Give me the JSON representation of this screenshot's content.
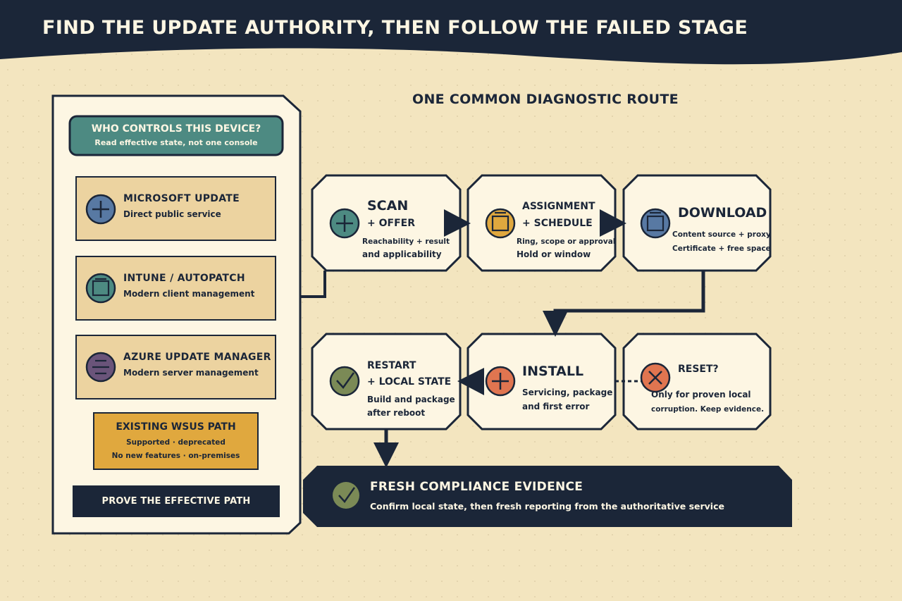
{
  "header": {
    "title": "FIND THE UPDATE AUTHORITY, THEN FOLLOW THE FAILED STAGE"
  },
  "authority_panel": {
    "heading": {
      "title": "WHO CONTROLS THIS DEVICE?",
      "subtitle": "Read effective state, not one console"
    },
    "authorities": [
      {
        "title": "MICROSOFT UPDATE",
        "subtitle": "Direct public service",
        "icon": "plus-circle-icon",
        "color": "#5879a3"
      },
      {
        "title": "INTUNE / AUTOPATCH",
        "subtitle": "Modern client management",
        "icon": "window-circle-icon",
        "color": "#4d8a82"
      },
      {
        "title": "AZURE UPDATE MANAGER",
        "subtitle": "Modern server management",
        "icon": "lines-circle-icon",
        "color": "#6a547a"
      }
    ],
    "wsus": {
      "title": "EXISTING WSUS PATH",
      "line1": "Supported · deprecated",
      "line2": "No new features · on-premises",
      "color": "#e0a83e"
    },
    "prove_button": "PROVE THE EFFECTIVE PATH"
  },
  "route": {
    "title": "ONE COMMON DIAGNOSTIC ROUTE",
    "stages": [
      {
        "title": "SCAN",
        "title2": "+ OFFER",
        "detail1": "Reachability + result",
        "detail2": "and applicability",
        "icon": "plus-circle-icon",
        "color": "#4d8a82"
      },
      {
        "title": "ASSIGNMENT",
        "title2": "+ SCHEDULE",
        "detail1": "Ring, scope or approval",
        "detail2": "Hold or window",
        "icon": "window-circle-icon",
        "color": "#e0a83e"
      },
      {
        "title": "DOWNLOAD",
        "title2": "",
        "detail1": "Content source + proxy",
        "detail2": "Certificate + free space",
        "icon": "window-circle-icon",
        "color": "#5879a3"
      },
      {
        "title": "RESTART",
        "title2": "+ LOCAL STATE",
        "detail1": "Build and package",
        "detail2": "after reboot",
        "icon": "check-circle-icon",
        "color": "#7b8a56"
      },
      {
        "title": "INSTALL",
        "title2": "",
        "detail1": "Servicing, package",
        "detail2": "and first error",
        "icon": "plus-circle-icon",
        "color": "#e07550"
      },
      {
        "title": "RESET?",
        "title2": "",
        "detail1": "Only for proven local",
        "detail2": "corruption. Keep evidence.",
        "icon": "x-circle-icon",
        "color": "#e07550"
      }
    ],
    "result": {
      "title": "FRESH COMPLIANCE EVIDENCE",
      "subtitle": "Confirm local state, then fresh reporting from the authoritative service",
      "icon": "check-circle-icon",
      "color": "#7b8a56"
    }
  },
  "colors": {
    "navy": "#1b2638",
    "cream": "#fdf6e3",
    "background": "#f3e5bf",
    "tan_box": "#ecd3a0",
    "teal": "#4d8a82"
  }
}
